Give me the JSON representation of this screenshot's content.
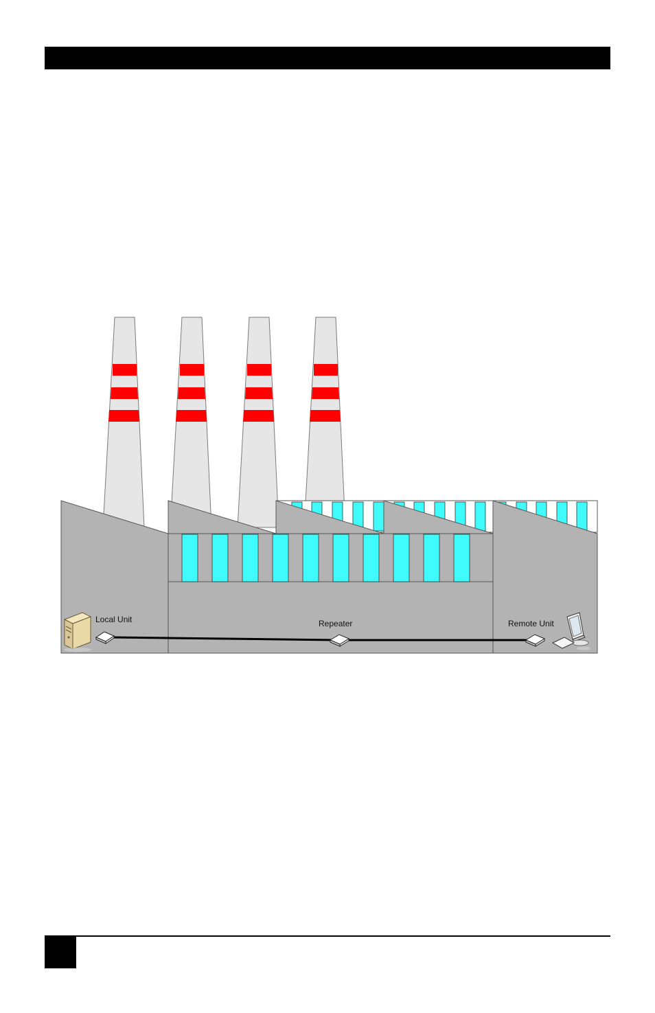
{
  "header": {
    "bar_color": "#000000"
  },
  "diagram": {
    "labels": {
      "local_unit": "Local Unit",
      "repeater": "Repeater",
      "remote_unit": "Remote Unit"
    },
    "icons": [
      "server-tower-icon",
      "extender-box-icon",
      "repeater-box-icon",
      "monitor-keyboard-icon"
    ],
    "colors": {
      "building": "#b3b3b3",
      "window": "#40fbfb",
      "chimney": "#e6e6e6",
      "chimney_band": "#ff0000",
      "cable": "#000000"
    }
  },
  "footer": {
    "rule_color": "#000000"
  }
}
